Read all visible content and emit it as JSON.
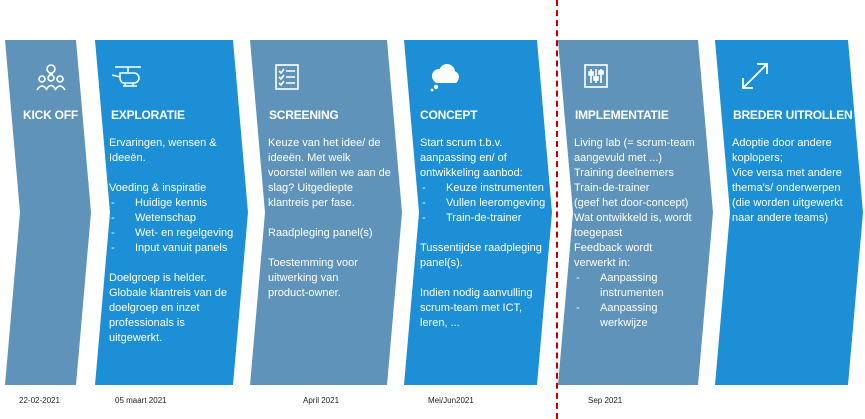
{
  "colors": {
    "dark_blue": "#1c8fd6",
    "gray_blue": "#5f93ba",
    "divider": "#c00000"
  },
  "phases": [
    {
      "title": "KICK OFF",
      "icon": "people-idea-icon",
      "date": "22-02-2021",
      "body": []
    },
    {
      "title": "EXPLORATIE",
      "icon": "helicopter-icon",
      "date": "05 maart 2021",
      "body": [
        {
          "t": "Ervaringen, wensen &"
        },
        {
          "t": "Ideeën."
        },
        {
          "gap": true
        },
        {
          "t": "Voeding & inspiratie"
        },
        {
          "t": "Huidige kennis",
          "li": true
        },
        {
          "t": "Wetenschap",
          "li": true
        },
        {
          "t": "Wet- en regelgeving",
          "li": true
        },
        {
          "t": "Input vanuit panels",
          "li": true
        },
        {
          "gap": true
        },
        {
          "t": "Doelgroep is helder."
        },
        {
          "t": "Globale klantreis van de"
        },
        {
          "t": "doelgroep en inzet"
        },
        {
          "t": "professionals is"
        },
        {
          "t": "uitgewerkt."
        }
      ]
    },
    {
      "title": "SCREENING",
      "icon": "checklist-icon",
      "date": "April 2021",
      "body": [
        {
          "t": "Keuze van het idee/ de"
        },
        {
          "t": "ideeën. Met welk"
        },
        {
          "t": "voorstel willen we aan de"
        },
        {
          "t": "slag?  Uitgediepte"
        },
        {
          "t": "klantreis per fase."
        },
        {
          "gap": true
        },
        {
          "t": "Raadpleging panel(s)"
        },
        {
          "gap": true
        },
        {
          "t": "Toestemming voor"
        },
        {
          "t": "uitwerking van"
        },
        {
          "t": "product-owner."
        }
      ]
    },
    {
      "title": "CONCEPT",
      "icon": "cloud-icon",
      "date": "Mei/Jun2021",
      "body": [
        {
          "t": "Start scrum t.b.v."
        },
        {
          "t": "aanpassing en/ of"
        },
        {
          "t": "ontwikkeling aanbod:"
        },
        {
          "t": "Keuze instrumenten",
          "li": true
        },
        {
          "t": "Vullen leeromgeving",
          "li": true
        },
        {
          "t": "Train-de-trainer",
          "li": true
        },
        {
          "gap": true
        },
        {
          "t": "Tussentijdse raadpleging"
        },
        {
          "t": "panel(s)."
        },
        {
          "gap": true
        },
        {
          "t": "Indien nodig aanvulling"
        },
        {
          "t": "scrum-team met ICT,"
        },
        {
          "t": "leren, ..."
        }
      ]
    },
    {
      "title": "IMPLEMENTATIE",
      "icon": "sliders-icon",
      "date": "Sep 2021",
      "body": [
        {
          "t": "Living lab (= scrum-team"
        },
        {
          "t": "aangevuld met ...)"
        },
        {
          "t": "Training deelnemers"
        },
        {
          "t": "Train-de-trainer"
        },
        {
          "t": "(geef het door-concept)"
        },
        {
          "t": "Wat ontwikkeld is, wordt"
        },
        {
          "t": "toegepast"
        },
        {
          "t": "Feedback wordt"
        },
        {
          "t": "verwerkt in:"
        },
        {
          "t": "Aanpassing",
          "li": true
        },
        {
          "t": "instrumenten",
          "indent": true
        },
        {
          "t": "Aanpassing",
          "li": true
        },
        {
          "t": "werkwijze",
          "indent": true
        }
      ]
    },
    {
      "title": "BREDER UITROLLEN",
      "icon": "expand-arrows-icon",
      "date": "",
      "body": [
        {
          "t": "Adoptie door andere"
        },
        {
          "t": "koplopers;"
        },
        {
          "t": "Vice versa met andere"
        },
        {
          "t": "thema's/ onderwerpen"
        },
        {
          "t": "(die worden uitgewerkt"
        },
        {
          "t": "naar andere teams)"
        }
      ]
    }
  ]
}
